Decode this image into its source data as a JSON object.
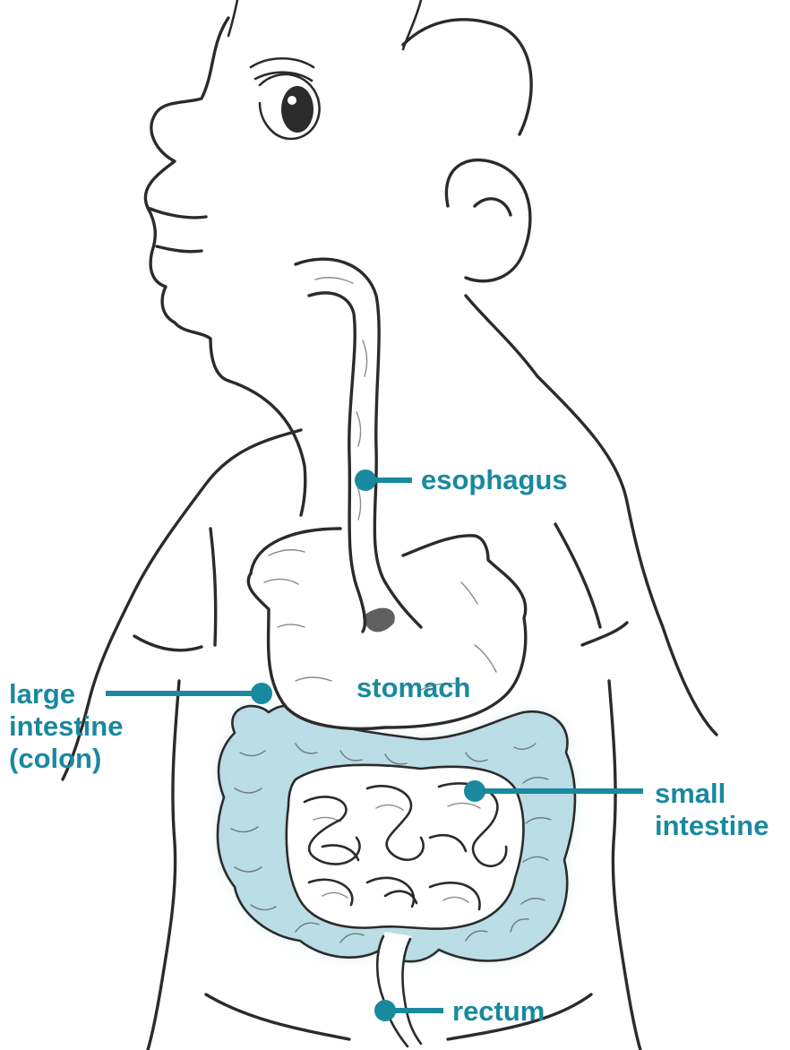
{
  "diagram": {
    "accent_color": "#19899e",
    "colon_fill": "#a9d3dd",
    "labels": {
      "esophagus": "esophagus",
      "stomach": "stomach",
      "small_intestine": [
        "small",
        "intestine"
      ],
      "large_intestine": [
        "large",
        "intestine",
        "(colon)"
      ],
      "rectum": "rectum"
    }
  }
}
